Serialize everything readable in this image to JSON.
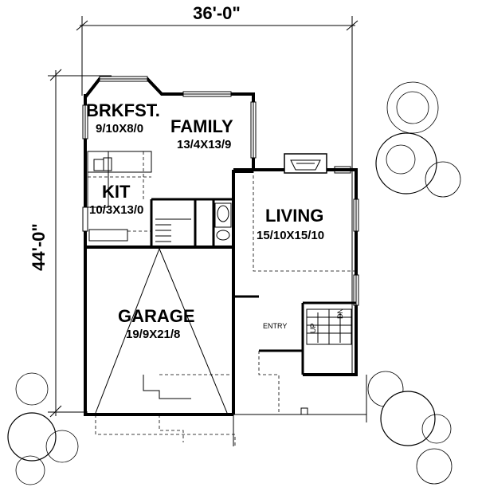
{
  "dimensions": {
    "width": "36'-0\"",
    "depth": "44'-0\""
  },
  "rooms": {
    "breakfast": {
      "name": "BRKFST.",
      "size": "9/10X8/0"
    },
    "family": {
      "name": "FAMILY",
      "size": "13/4X13/9"
    },
    "kitchen": {
      "name": "KIT",
      "size": "10/3X13/0"
    },
    "living": {
      "name": "LIVING",
      "size": "15/10X15/10"
    },
    "garage": {
      "name": "GARAGE",
      "size": "19/9X21/8"
    },
    "entry": {
      "name": "ENTRY"
    }
  },
  "stairs": {
    "up": "UP",
    "down": "DN"
  }
}
